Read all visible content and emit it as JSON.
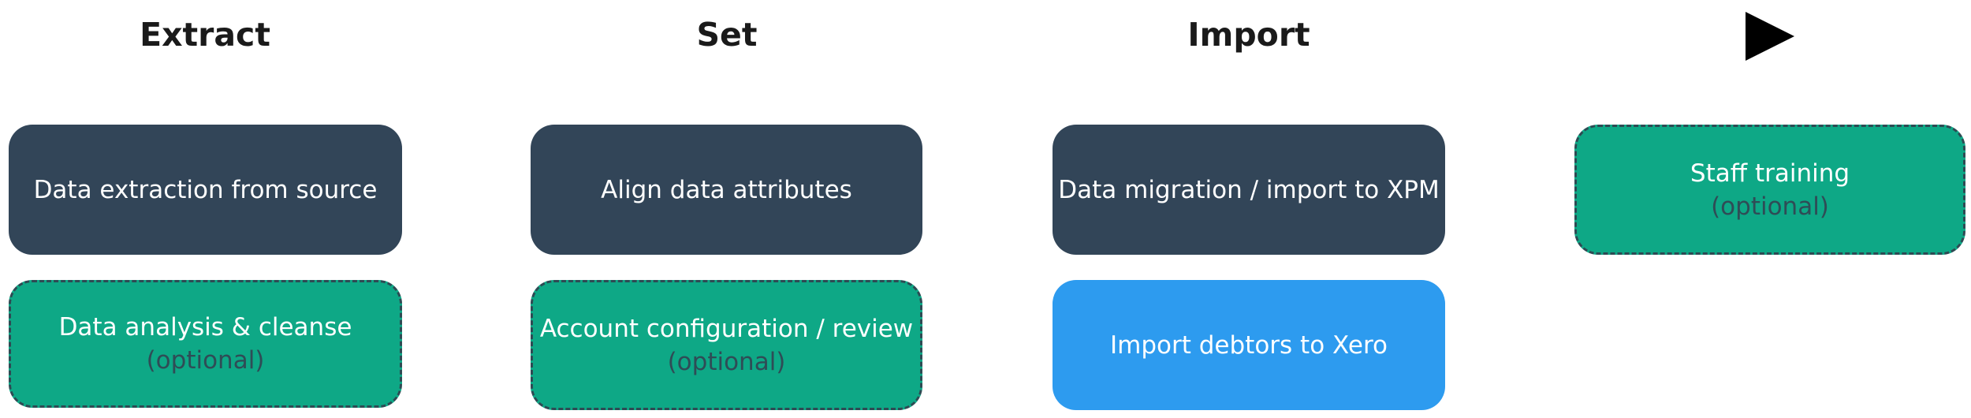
{
  "columns": [
    {
      "heading": "Extract",
      "boxes": [
        {
          "label": "Data extraction from source",
          "note": ""
        },
        {
          "label": "Data analysis & cleanse",
          "note": "(optional)"
        }
      ]
    },
    {
      "heading": "Set",
      "boxes": [
        {
          "label": "Align data attributes",
          "note": ""
        },
        {
          "label": "Account configuration / review",
          "note": "(optional)"
        }
      ]
    },
    {
      "heading": "Import",
      "boxes": [
        {
          "label": "Data migration / import to XPM",
          "note": ""
        },
        {
          "label": "Import debtors to Xero",
          "note": ""
        }
      ]
    },
    {
      "heading_icon": "play-icon",
      "boxes": [
        {
          "label": "Staff training",
          "note": "(optional)"
        }
      ]
    }
  ],
  "colors": {
    "dark_box": "#324558",
    "optional_box": "#0ea886",
    "optional_border": "#2e4a53",
    "blue_box": "#2d9bef",
    "heading_text": "#1a1a1a"
  }
}
